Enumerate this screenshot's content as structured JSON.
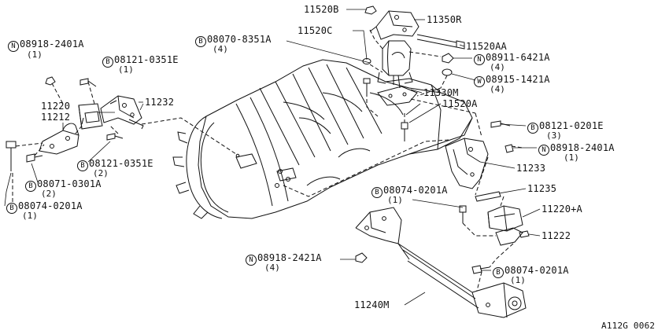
{
  "diagram_code": "A112G 0062",
  "callouts": [
    {
      "id": "c1",
      "prefix": "N",
      "number": "08918-2401A",
      "qty": "(1)"
    },
    {
      "id": "c2",
      "prefix": "B",
      "number": "08121-0351E",
      "qty": "(1)"
    },
    {
      "id": "c3",
      "prefix": "",
      "number": "11220",
      "qty": ""
    },
    {
      "id": "c4",
      "prefix": "",
      "number": "11212",
      "qty": ""
    },
    {
      "id": "c5",
      "prefix": "",
      "number": "11232",
      "qty": ""
    },
    {
      "id": "c6",
      "prefix": "B",
      "number": "08121-0351E",
      "qty": "(2)"
    },
    {
      "id": "c7",
      "prefix": "B",
      "number": "08071-0301A",
      "qty": "(2)"
    },
    {
      "id": "c8",
      "prefix": "B",
      "number": "08074-0201A",
      "qty": "(1)"
    },
    {
      "id": "c9",
      "prefix": "B",
      "number": "08070-8351A",
      "qty": "(4)"
    },
    {
      "id": "c10",
      "prefix": "",
      "number": "11520B",
      "qty": ""
    },
    {
      "id": "c11",
      "prefix": "",
      "number": "11350R",
      "qty": ""
    },
    {
      "id": "c12",
      "prefix": "",
      "number": "11520C",
      "qty": ""
    },
    {
      "id": "c13",
      "prefix": "",
      "number": "11520AA",
      "qty": ""
    },
    {
      "id": "c14",
      "prefix": "N",
      "number": "08911-6421A",
      "qty": "(4)"
    },
    {
      "id": "c15",
      "prefix": "W",
      "number": "08915-1421A",
      "qty": "(4)"
    },
    {
      "id": "c16",
      "prefix": "",
      "number": "11330M",
      "qty": ""
    },
    {
      "id": "c17",
      "prefix": "",
      "number": "11520A",
      "qty": ""
    },
    {
      "id": "c18",
      "prefix": "B",
      "number": "08121-0201E",
      "qty": "(3)"
    },
    {
      "id": "c19",
      "prefix": "N",
      "number": "08918-2401A",
      "qty": "(1)"
    },
    {
      "id": "c20",
      "prefix": "",
      "number": "11233",
      "qty": ""
    },
    {
      "id": "c21",
      "prefix": "",
      "number": "11235",
      "qty": ""
    },
    {
      "id": "c22",
      "prefix": "B",
      "number": "08074-0201A",
      "qty": "(1)"
    },
    {
      "id": "c23",
      "prefix": "",
      "number": "11220+A",
      "qty": ""
    },
    {
      "id": "c24",
      "prefix": "",
      "number": "11222",
      "qty": ""
    },
    {
      "id": "c25",
      "prefix": "N",
      "number": "08918-2421A",
      "qty": "(4)"
    },
    {
      "id": "c26",
      "prefix": "B",
      "number": "08074-0201A",
      "qty": "(1)"
    },
    {
      "id": "c27",
      "prefix": "",
      "number": "11240M",
      "qty": ""
    }
  ]
}
